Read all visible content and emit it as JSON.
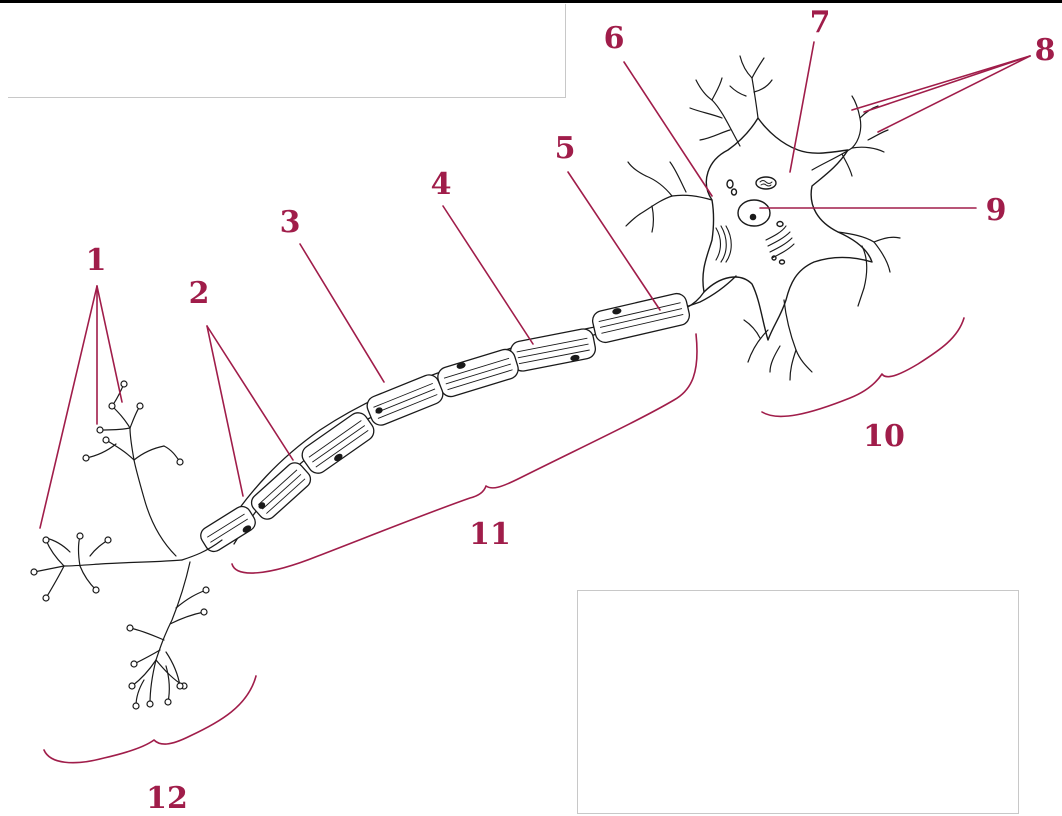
{
  "colors": {
    "label": "#a01d4a",
    "ink": "#1a1a1a",
    "box_border": "#c8c8c8"
  },
  "labels": [
    {
      "id": "label-1",
      "text": "1"
    },
    {
      "id": "label-2",
      "text": "2"
    },
    {
      "id": "label-3",
      "text": "3"
    },
    {
      "id": "label-4",
      "text": "4"
    },
    {
      "id": "label-5",
      "text": "5"
    },
    {
      "id": "label-6",
      "text": "6"
    },
    {
      "id": "label-7",
      "text": "7"
    },
    {
      "id": "label-8",
      "text": "8"
    },
    {
      "id": "label-9",
      "text": "9"
    },
    {
      "id": "label-10",
      "text": "10"
    },
    {
      "id": "label-11",
      "text": "11"
    },
    {
      "id": "label-12",
      "text": "12"
    }
  ],
  "answer_boxes": {
    "top": "",
    "bottom": ""
  }
}
